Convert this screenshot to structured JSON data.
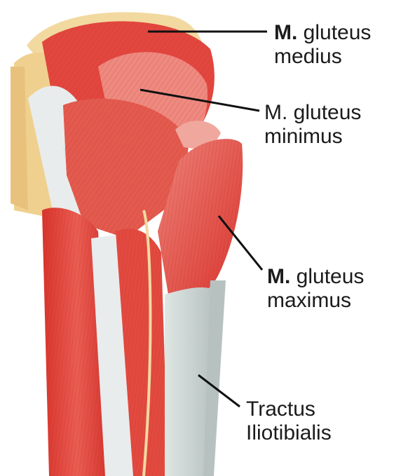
{
  "labels": {
    "gluteus_medius": {
      "line1_prefix": "M.",
      "line1_rest": " gluteus",
      "line2": "medius"
    },
    "gluteus_minimus": {
      "line1_prefix": "M.",
      "line1_rest": " gluteus",
      "line2": "minimus"
    },
    "gluteus_maximus": {
      "line1_prefix": "M.",
      "line1_rest": " gluteus",
      "line2": "maximus"
    },
    "tractus_iliotibialis": {
      "line1": "Tractus",
      "line2": "Iliotibialis"
    }
  },
  "colors": {
    "muscle_red": "#e2473f",
    "muscle_light": "#ee8a80",
    "tendon_white": "#e9ecec",
    "bone_yellow": "#f2d9a0",
    "fascia_grey": "#cfd6d4",
    "leader_line": "#111111"
  }
}
